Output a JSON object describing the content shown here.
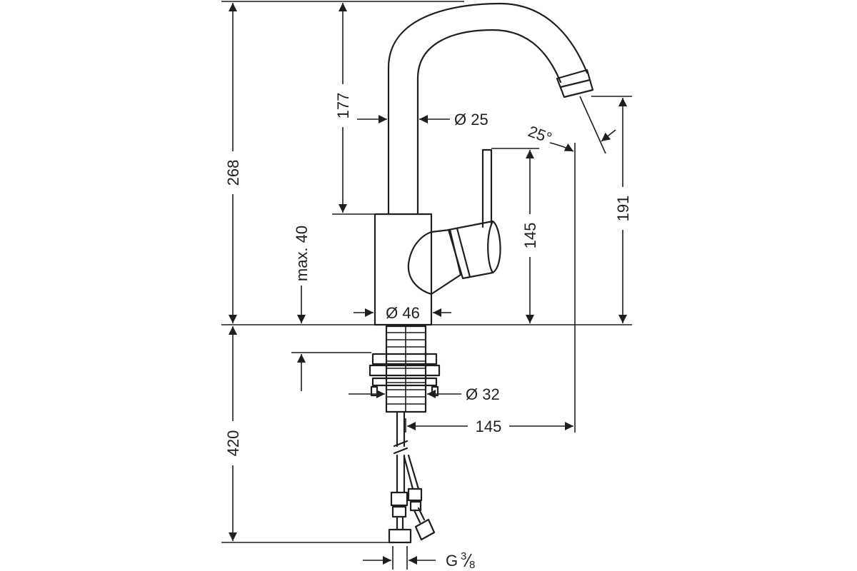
{
  "dimensions": {
    "total_height": "268",
    "spout_height": "177",
    "spout_diameter": "Ø 25",
    "spout_angle": "25°",
    "outlet_height": "191",
    "lever_height": "145",
    "max_deck": "max. 40",
    "body_diameter": "Ø 46",
    "shank_diameter": "Ø 32",
    "projection": "145",
    "below_deck": "420",
    "connection_main": "G",
    "connection_fraction_num": "3",
    "connection_fraction_den": "8"
  }
}
